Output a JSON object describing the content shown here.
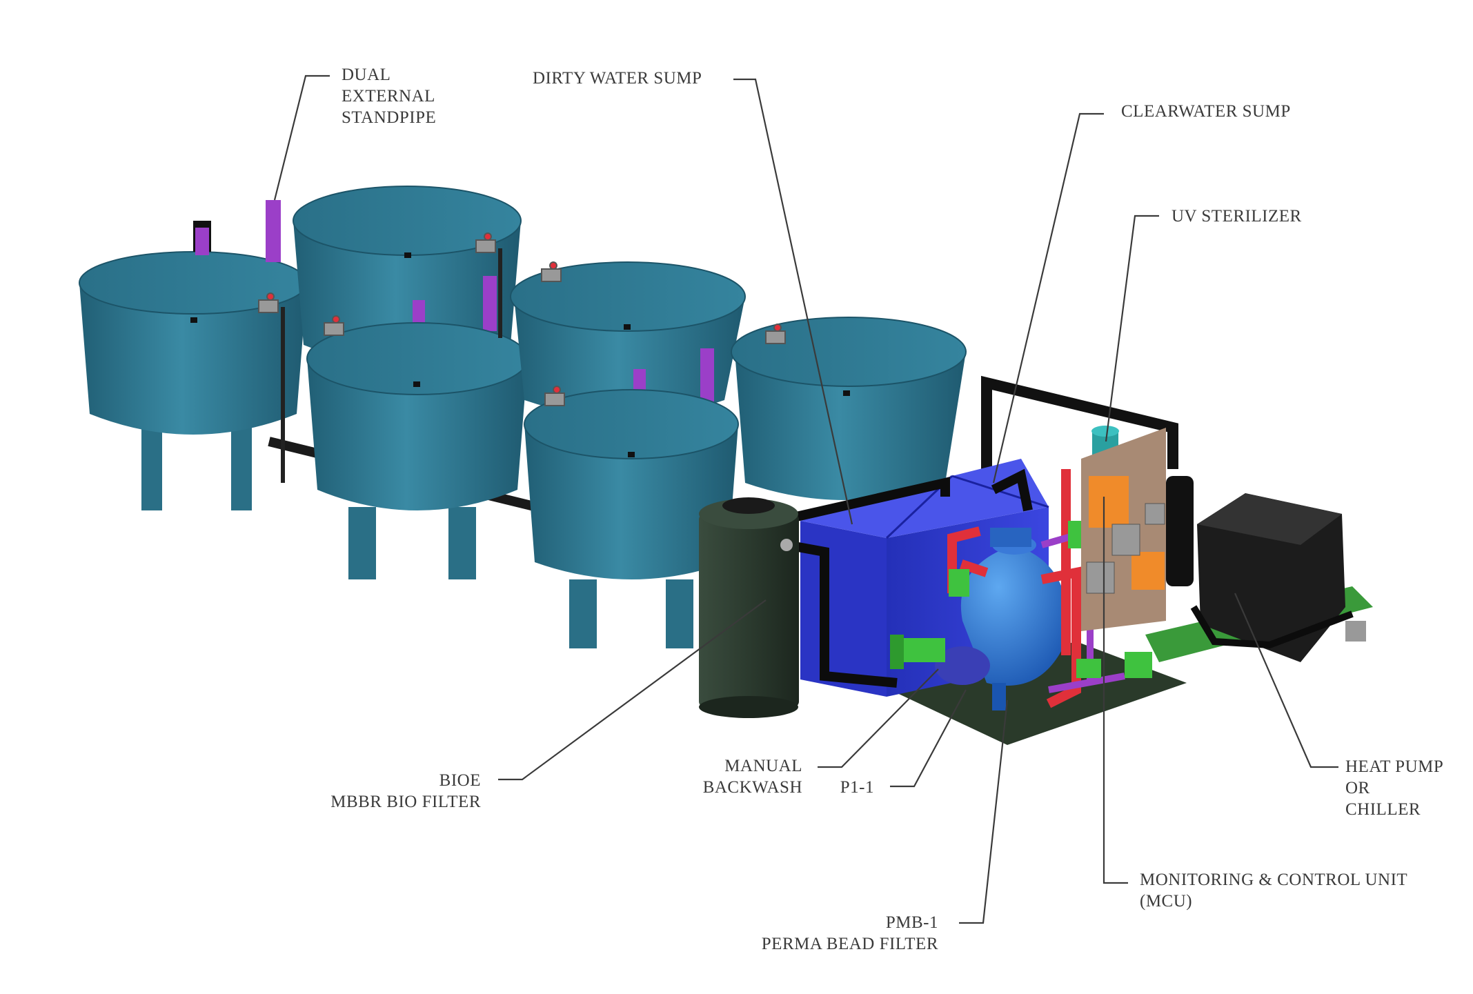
{
  "labels": {
    "standpipe": [
      "DUAL",
      "EXTERNAL",
      "STANDPIPE"
    ],
    "dirty_sump": [
      "DIRTY WATER SUMP"
    ],
    "clear_sump": [
      "CLEARWATER SUMP"
    ],
    "uv": [
      "UV STERILIZER"
    ],
    "bio_filter": [
      "BIOE",
      "MBBR BIO FILTER"
    ],
    "backwash": [
      "MANUAL",
      "BACKWASH"
    ],
    "pump": [
      "P1-1"
    ],
    "bead_filter": [
      "PMB-1",
      "PERMA BEAD FILTER"
    ],
    "mcu": [
      "MONITORING & CONTROL UNIT",
      "(MCU)"
    ],
    "heat_pump": [
      "HEAT PUMP",
      "OR",
      "CHILLER"
    ]
  },
  "colors": {
    "tank": "#2f7c96",
    "tank_dark": "#1f5c72",
    "standpipe": "#9b3fc8",
    "pipe_red": "#e0303a",
    "pipe_black": "#111111",
    "sump": "#2f3ad0",
    "bead_filter": "#2a72d8",
    "bio_filter": "#2d3d30",
    "mcu_panel": "#a88a74",
    "mcu_box": "#f08b2a",
    "chiller": "#1c1c1c",
    "grating": "#3a9a3a",
    "leader": "#3a3a3a"
  }
}
